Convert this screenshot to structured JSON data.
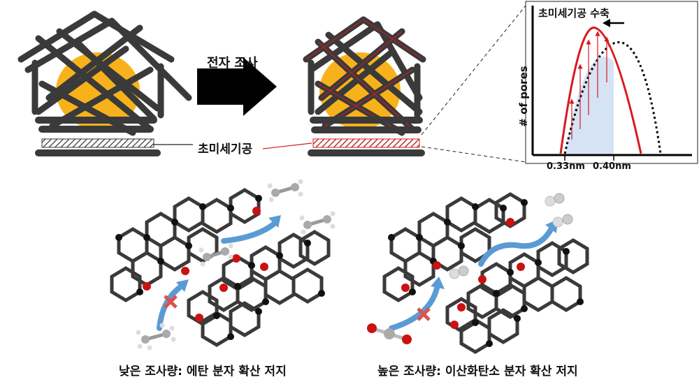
{
  "top_row": {
    "process_arrow_label": "전자 조사",
    "ultramicropore_label": "초미세기공"
  },
  "pore_distribution": {
    "shrinkage_label": "초미세기공 수축",
    "y_axis_label": "# of pores",
    "tick_labels": [
      "0.33nm",
      "0.40nm"
    ],
    "curve_colors": {
      "after": "#d71920",
      "before": "#000000",
      "fill": "#d5e3f5"
    }
  },
  "bottom_row": {
    "left_caption": "낮은 조사량: 에탄 분자 확산 저지",
    "right_caption": "높은 조사량: 이산화탄소 분자 확산 저지"
  },
  "colors": {
    "graphite": "#3a3a3a",
    "core": "#f7b21b",
    "oxygen": "#cc1111",
    "flow_arrow": "#5b9bd5",
    "blocked": "#d9534f"
  }
}
